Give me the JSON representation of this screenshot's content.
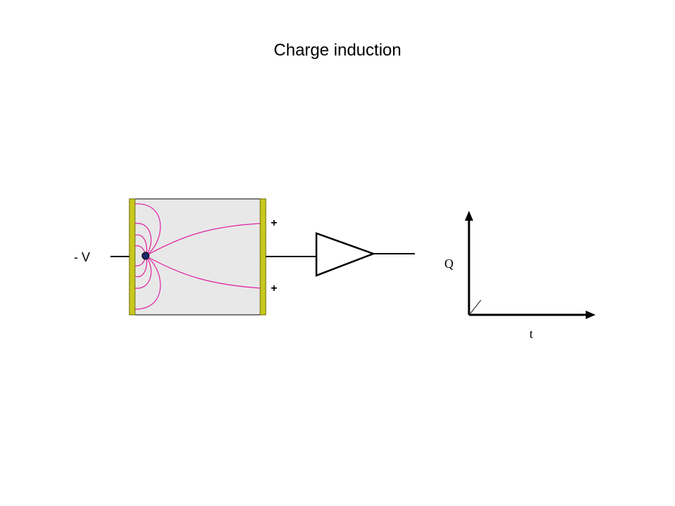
{
  "title": "Charge induction",
  "labels": {
    "bias_voltage": "- V",
    "plus_top": "+",
    "plus_bottom": "+",
    "axis_y": "Q",
    "axis_x": "t"
  },
  "colors": {
    "detector_fill": "#e8e8e8",
    "electrode": "#c8c81e",
    "field_lines": "#e020a0",
    "charge": "#1a2a6e",
    "wire": "#000000"
  }
}
